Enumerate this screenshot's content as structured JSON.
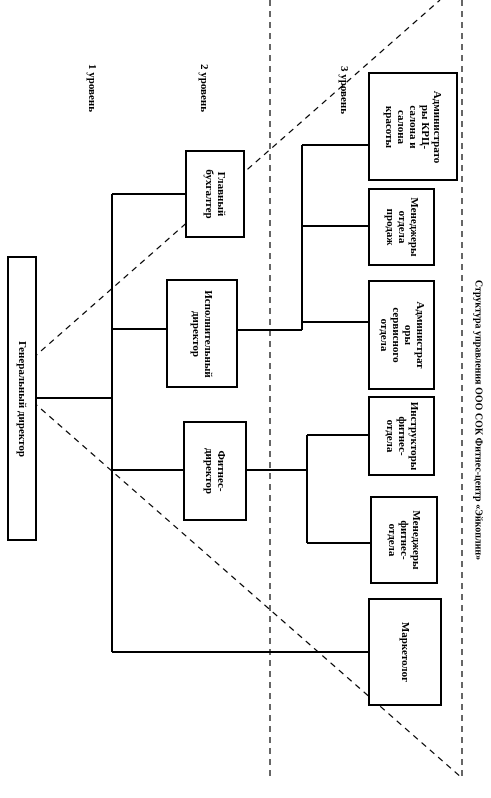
{
  "levels": {
    "level1": "1 уровень",
    "level2": "2 уровень",
    "level3": "3 уровень"
  },
  "nodes": {
    "general_director": "Генеральный директор",
    "chief_accountant": "Главный\nбухгалтер",
    "executive_director": "Исполнительный\nдиректор",
    "fitness_director": "Фитнес-\nдиректор",
    "admins_reception": "Администрато\nры КРЦ-\nсалона и\nсалона\nкрасоты",
    "sales_managers": "Менеджеры\nотдела\nпродаж",
    "admins_service": "Администрат\nоры\nсервисного\nотдела",
    "fitness_instructors": "Инструкторы\nфитнес-\nотдела",
    "fitness_managers": "Менеджеры\nфитнес-\nотдела",
    "marketer": "Маркетолог"
  },
  "caption": "Структура управления ООО СОК Фитнес-центр «Эйкоплин»"
}
